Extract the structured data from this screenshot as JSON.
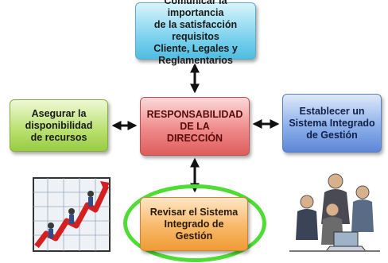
{
  "boxes": {
    "top": "Comunicar la importancia\nde la satisfacción requisitos\nCliente, Legales y\nReglamentarios",
    "left": "Asegurar la\ndisponibilidad\nde recursos",
    "center": "RESPONSABILIDAD\nDE LA\nDIRECCIÓN",
    "right": "Establecer un\nSistema Integrado\nde Gestión",
    "bottom": "Revisar el Sistema\nIntegrado de\nGestión"
  },
  "colors": {
    "top": "#7fd3ee",
    "left": "#b9e06f",
    "center": "#ef8a8a",
    "right": "#8eb0ea",
    "bottom": "#f8b867",
    "highlight": "#4fdc34"
  }
}
